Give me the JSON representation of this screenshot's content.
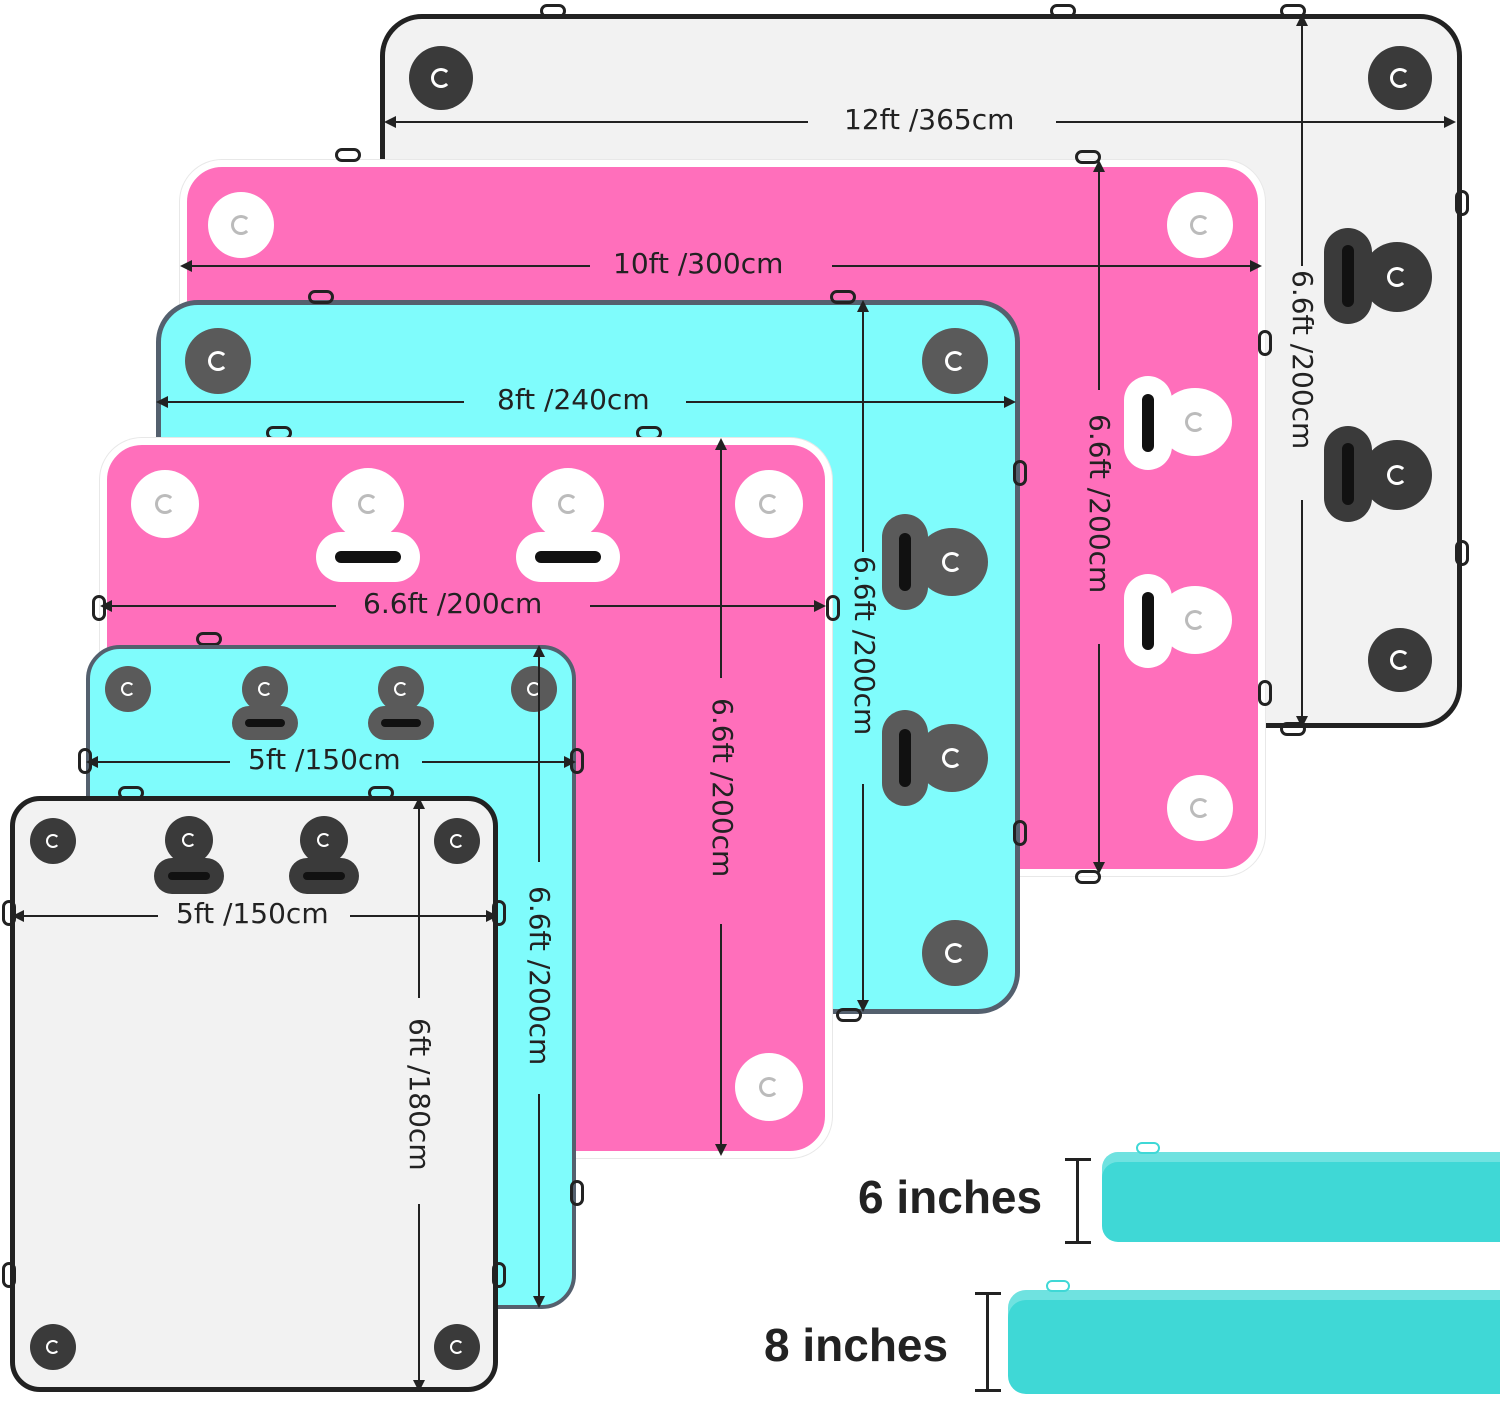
{
  "colors": {
    "white_mat": "#f2f2f2",
    "pink_mat": "#ff6fbb",
    "teal_mat": "#7ffcfc",
    "border_dark": "#222222",
    "border_gray": "#54606e",
    "ring_dark": "#3a3a3a",
    "ring_light": "#ffffff",
    "tube": "#3fd8d6"
  },
  "mats": [
    {
      "id": "mat-12ft",
      "color": "white",
      "width_label": "12ft /365cm",
      "height_label": "6.6ft /200cm"
    },
    {
      "id": "mat-10ft",
      "color": "pink",
      "width_label": "10ft /300cm",
      "height_label": "6.6ft /200cm"
    },
    {
      "id": "mat-8ft",
      "color": "teal",
      "width_label": "8ft /240cm",
      "height_label": "6.6ft /200cm"
    },
    {
      "id": "mat-6-6ft",
      "color": "pink",
      "width_label": "6.6ft /200cm",
      "height_label": "6.6ft /200cm"
    },
    {
      "id": "mat-5ft-teal",
      "color": "teal",
      "width_label": "5ft /150cm",
      "height_label": "6.6ft /200cm"
    },
    {
      "id": "mat-5ft-white",
      "color": "white",
      "width_label": "5ft /150cm",
      "height_label": "6ft /180cm"
    }
  ],
  "thickness": [
    {
      "label": "6 inches"
    },
    {
      "label": "8 inches"
    }
  ],
  "icons": {
    "d_ring": "d-ring-icon",
    "handle": "handle-icon",
    "cleat": "cleat-icon"
  }
}
